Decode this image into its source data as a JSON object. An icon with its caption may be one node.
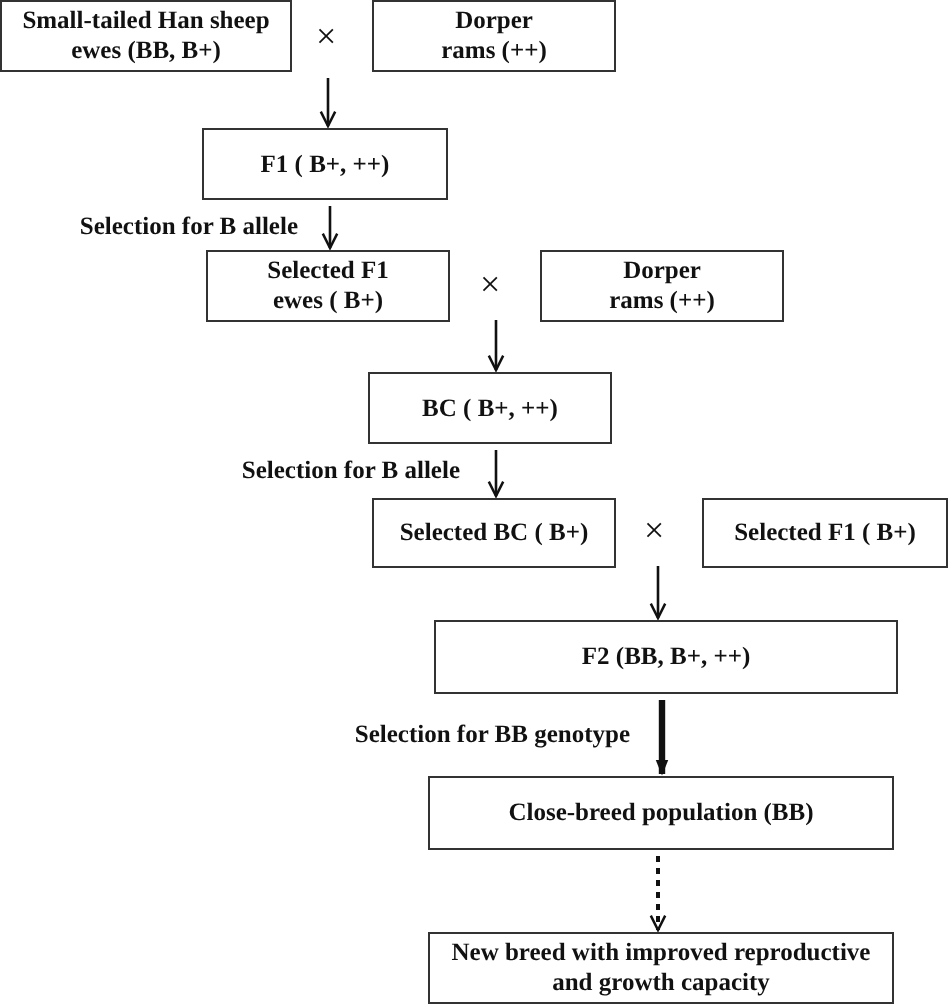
{
  "diagram": {
    "nodes": [
      {
        "text": [
          "Small-tailed Han sheep ewes (BB, B+)"
        ]
      },
      {
        "text": [
          "Dorper rams (++)"
        ]
      },
      {
        "text": [
          "F1 ( B+, ++)"
        ]
      },
      {
        "text": [
          "Selected F1 ewes ( B+)"
        ]
      },
      {
        "text": [
          "Dorper rams (++)"
        ]
      },
      {
        "text": [
          "BC ( B+, ++)"
        ]
      },
      {
        "text": [
          "Selected BC ( B+)"
        ]
      },
      {
        "text": [
          "Selected F1  ( B+)"
        ]
      },
      {
        "text": [
          "F2 (BB, B+, ++)"
        ]
      },
      {
        "text": [
          "Close-breed population (BB)"
        ]
      },
      {
        "text": [
          "New breed with improved reproductive and growth capacity"
        ]
      }
    ],
    "edges": [
      {
        "from": null,
        "to": 2,
        "arrow": "to"
      },
      {
        "from": 2,
        "to": 3,
        "arrow": "to",
        "label": "Selection for B allele"
      },
      {
        "from": null,
        "to": 5,
        "arrow": "to"
      },
      {
        "from": 5,
        "to": 6,
        "arrow": "to",
        "label": "Selection for B allele"
      },
      {
        "from": null,
        "to": 8,
        "arrow": "to"
      },
      {
        "from": 8,
        "to": 9,
        "arrow": "to",
        "label": "Selection for BB genotype",
        "style": "thick"
      },
      {
        "from": 9,
        "to": 10,
        "arrow": "to",
        "style": "dashed"
      }
    ],
    "labels": [
      "×",
      "×",
      "×"
    ]
  }
}
